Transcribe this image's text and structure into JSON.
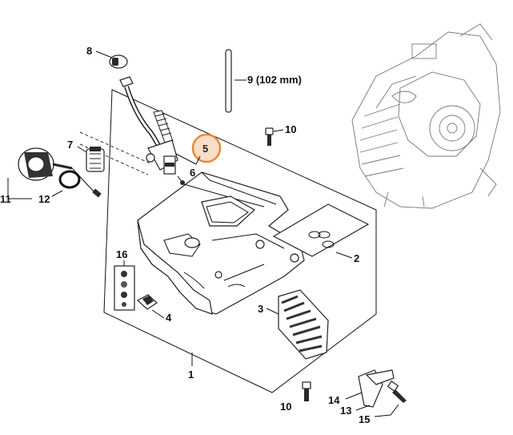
{
  "diagram": {
    "highlight_color": "#e8893a",
    "highlighted_callout": "5",
    "callouts": [
      {
        "id": "c1",
        "text": "1"
      },
      {
        "id": "c2",
        "text": "2"
      },
      {
        "id": "c3",
        "text": "3"
      },
      {
        "id": "c4",
        "text": "4"
      },
      {
        "id": "c5",
        "text": "5"
      },
      {
        "id": "c6",
        "text": "6"
      },
      {
        "id": "c7",
        "text": "7"
      },
      {
        "id": "c8",
        "text": "8"
      },
      {
        "id": "c9",
        "text": "9 (102 mm)"
      },
      {
        "id": "c10a",
        "text": "10"
      },
      {
        "id": "c10b",
        "text": "10"
      },
      {
        "id": "c11",
        "text": "11"
      },
      {
        "id": "c12",
        "text": "12"
      },
      {
        "id": "c13",
        "text": "13"
      },
      {
        "id": "c14",
        "text": "14"
      },
      {
        "id": "c15",
        "text": "15"
      },
      {
        "id": "c16",
        "text": "16"
      }
    ]
  }
}
